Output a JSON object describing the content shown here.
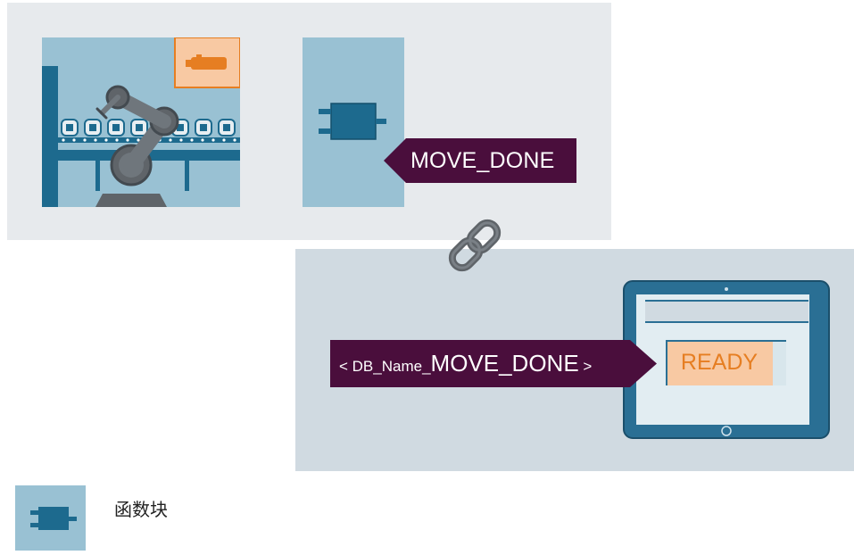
{
  "colors": {
    "panel_top_bg": "#e7eaed",
    "panel_bottom_bg": "#d0dae1",
    "tile_bg": "#99c1d3",
    "block_blue": "#1d6a8e",
    "tag_bg": "#4a0e3c",
    "ready_fill": "#f8c9a3",
    "ready_text": "#e67e22",
    "robot_gray": "#5f6469",
    "conveyor_blue": "#1d6a8e"
  },
  "plc_tag": {
    "label": "MOVE_DONE"
  },
  "hmi_tag": {
    "prefix": "< DB_Name_",
    "name": "MOVE_DONE",
    "suffix": " >"
  },
  "hmi_screen": {
    "status_text": "READY"
  },
  "icons": {
    "robot": "industrial-robot-arm-icon",
    "motor": "motor-icon",
    "function_block": "function-block-icon",
    "link": "chain-link-icon",
    "tablet": "hmi-tablet-icon"
  },
  "legend": {
    "label": "函数块"
  }
}
